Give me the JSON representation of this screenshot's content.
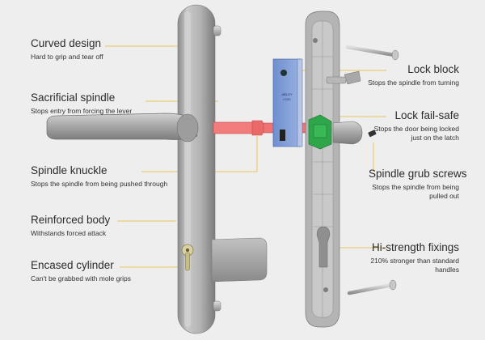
{
  "colors": {
    "background": "#eeeeee",
    "leader_line": "#e8b92a",
    "metal": "#a9a9a9",
    "spindle": "#f27b7b",
    "lock_block": "#7f9bd6",
    "fail_safe": "#2fa64a"
  },
  "lock_label": {
    "line1": "ABLOY",
    "line2": "LOCK"
  },
  "labels_left": [
    {
      "title": "Curved design",
      "desc": "Hard to grip and tear off"
    },
    {
      "title": "Sacrificial spindle",
      "desc": "Stops entry from forcing the lever"
    },
    {
      "title": "Spindle knuckle",
      "desc": "Stops the spindle from being pushed through"
    },
    {
      "title": "Reinforced body",
      "desc": "Withstands forced attack"
    },
    {
      "title": "Encased cylinder",
      "desc": "Can't be grabbed with mole grips"
    }
  ],
  "labels_right": [
    {
      "title": "Lock block",
      "desc": "Stops the spindle from turning"
    },
    {
      "title": "Lock fail-safe",
      "desc": "Stops the door being locked just on the latch"
    },
    {
      "title": "Spindle grub screws",
      "desc": "Stops the spindle from being pulled out"
    },
    {
      "title": "Hi-strength fixings",
      "desc": "210% stronger than standard handles"
    }
  ]
}
